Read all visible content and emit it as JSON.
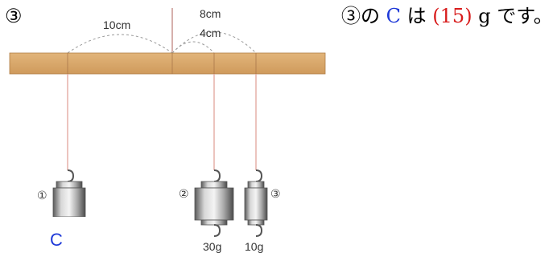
{
  "question": {
    "number": "③"
  },
  "answer": {
    "prefix": "③の",
    "c_label": "C",
    "middle": "は",
    "value": "(15)",
    "suffix": "g です。"
  },
  "diagram": {
    "dist_left": "10cm",
    "dist_right_outer": "8cm",
    "dist_right_inner": "4cm",
    "weight_left_marker": "①",
    "weight_mid_marker": "②",
    "weight_right_marker": "③",
    "weight_mid_mass": "30g",
    "weight_right_mass": "10g",
    "unknown_label": "C"
  },
  "colors": {
    "bar": "#d9a86c",
    "string": "#e2a59a",
    "c_blue": "#1f3ad8",
    "answer_red": "#d81c1c"
  }
}
